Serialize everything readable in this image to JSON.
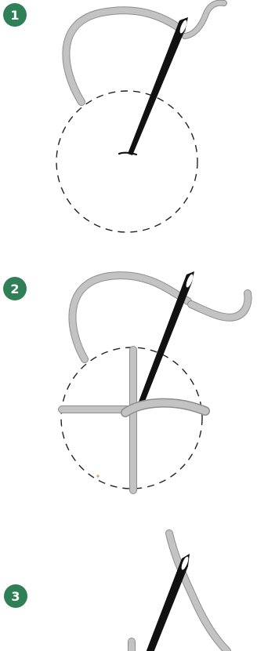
{
  "steps": [
    {
      "number": "1"
    },
    {
      "number": "2"
    },
    {
      "number": "3"
    }
  ],
  "colors": {
    "badge": "#2f7f57",
    "thread": "#c3c3c3",
    "thread_outline": "#8e8e8e",
    "needle": "#111111",
    "guide_circle": "#222222",
    "background": "#ffffff"
  },
  "icons": [
    "needle-icon",
    "thread-icon"
  ]
}
